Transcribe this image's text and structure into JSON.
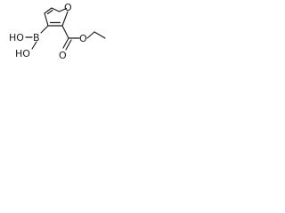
{
  "molecule": {
    "atoms": {
      "ring_oxygen": "O",
      "boron": "B",
      "hydroxyl_upper": "HO",
      "hydroxyl_lower": "HO",
      "carbonyl_oxygen": "O",
      "ester_oxygen": "O"
    }
  },
  "colors": {
    "ink": "#1a1a1a",
    "background": "#ffffff"
  }
}
